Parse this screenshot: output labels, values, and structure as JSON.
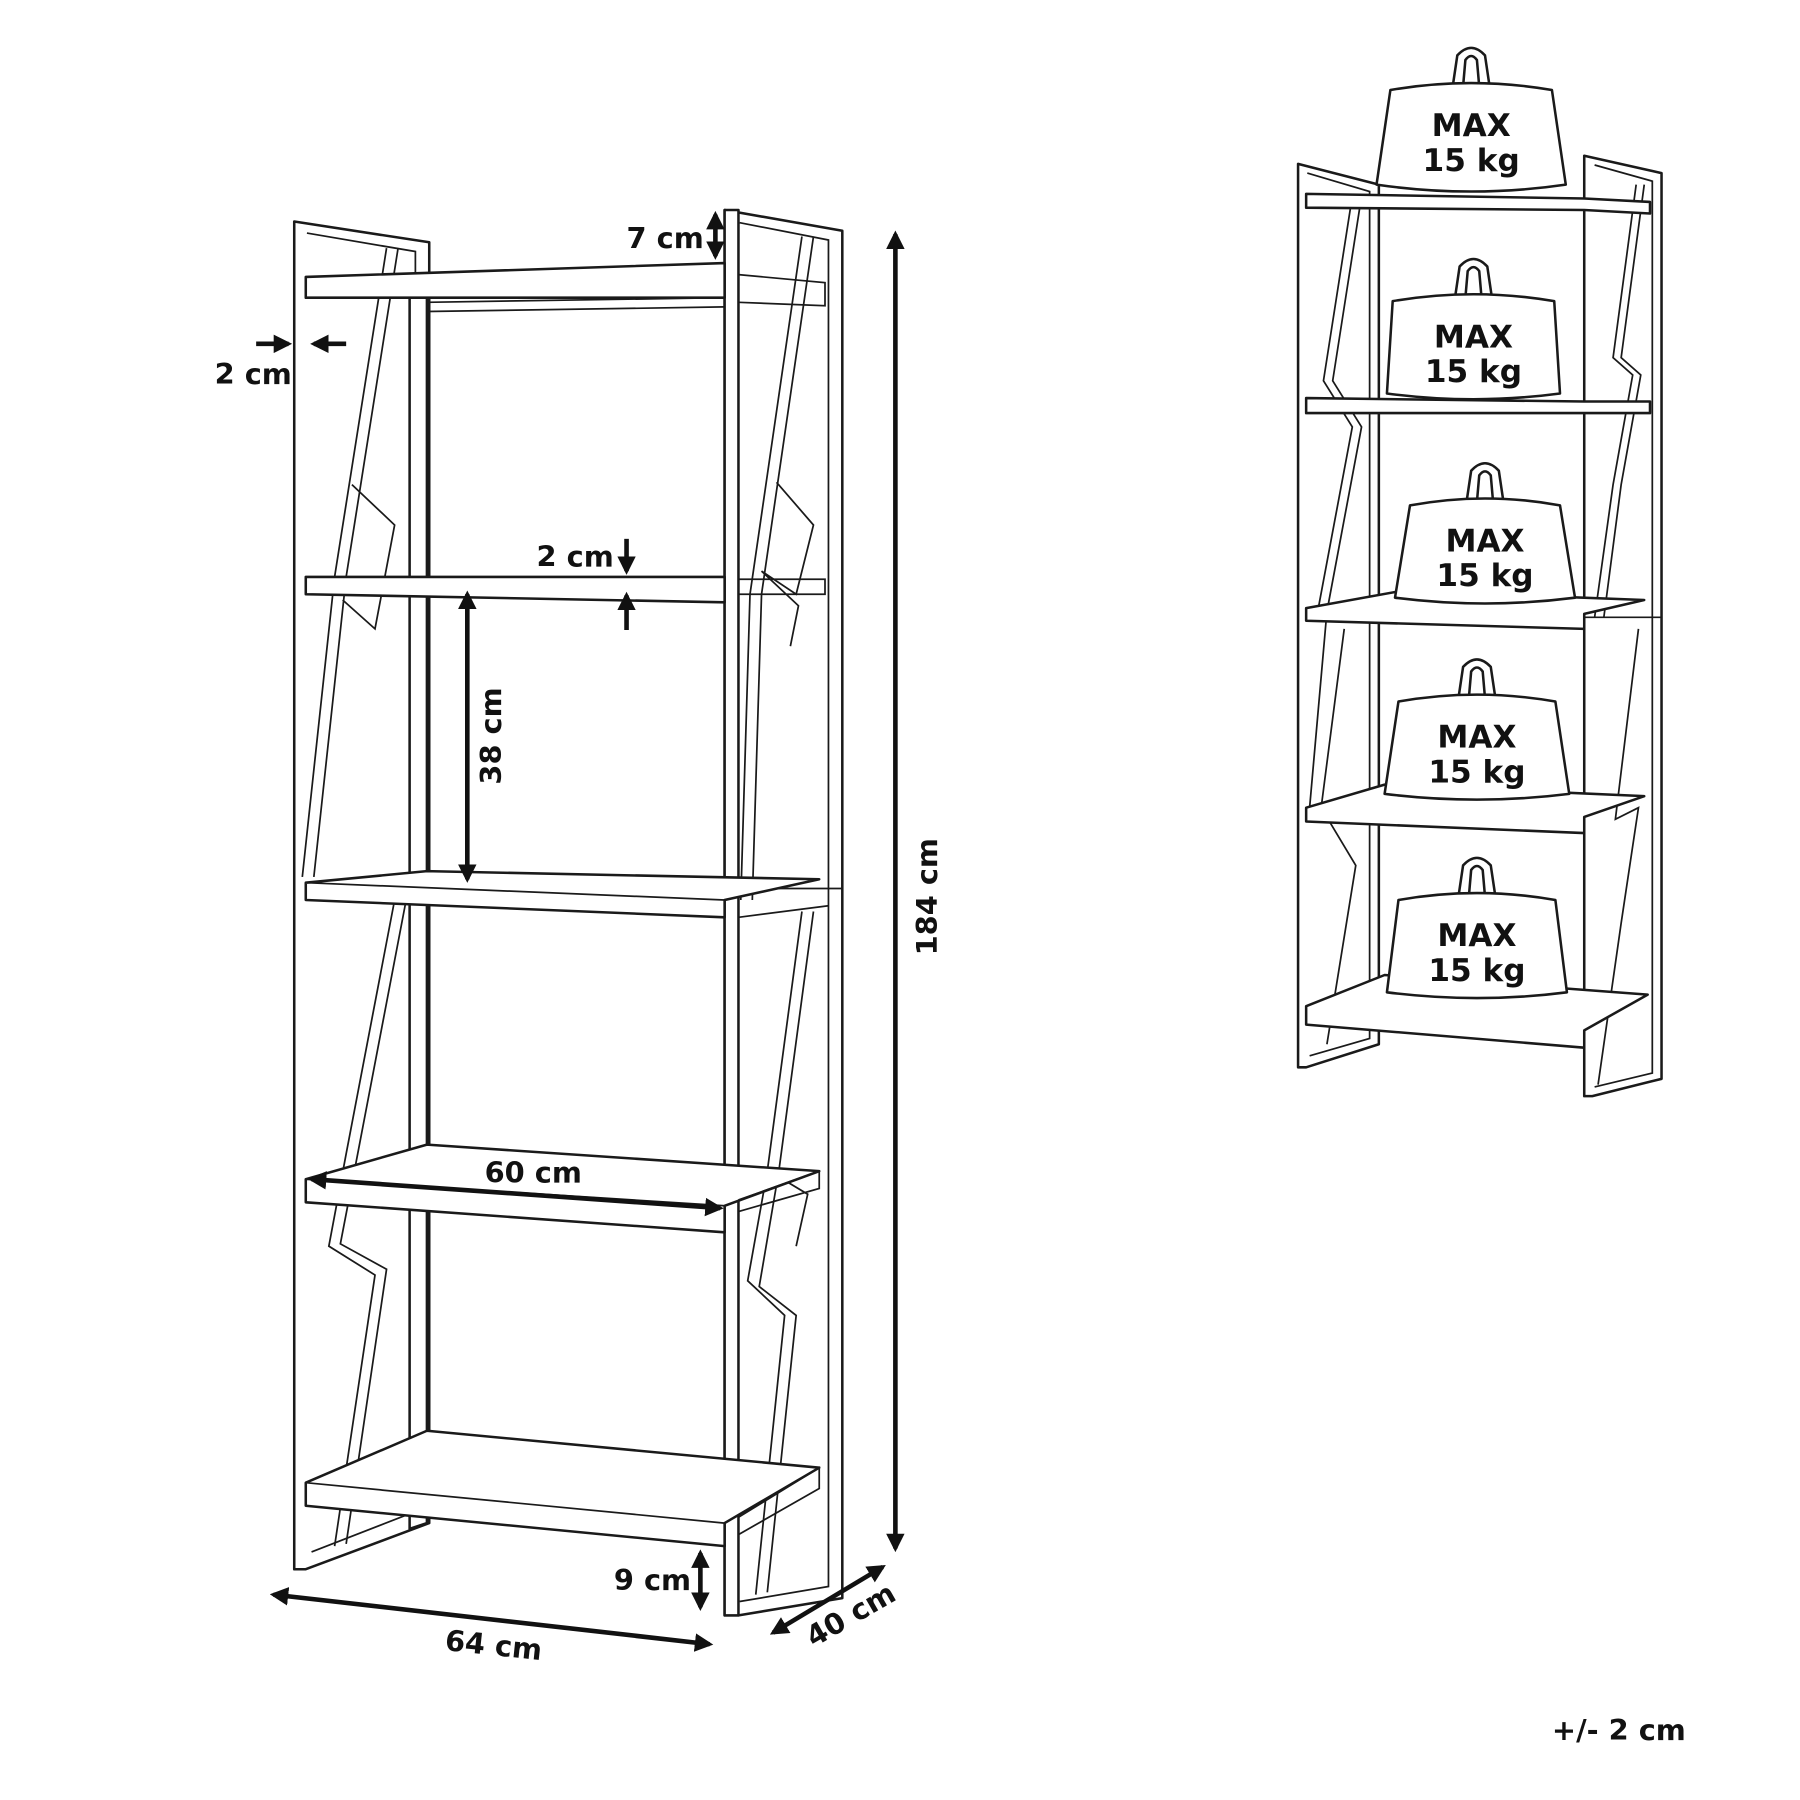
{
  "dimensions": {
    "top_offset": "7 cm",
    "frame_thickness": "2 cm",
    "shelf_thickness": "2 cm",
    "shelf_spacing": "38 cm",
    "total_height": "184 cm",
    "shelf_width": "60 cm",
    "bottom_clearance": "9 cm",
    "total_width": "64 cm",
    "depth": "40 cm",
    "tolerance": "+/- 2 cm"
  },
  "weights": [
    {
      "line1": "MAX",
      "line2": "15 kg"
    },
    {
      "line1": "MAX",
      "line2": "15 kg"
    },
    {
      "line1": "MAX",
      "line2": "15 kg"
    },
    {
      "line1": "MAX",
      "line2": "15 kg"
    },
    {
      "line1": "MAX",
      "line2": "15 kg"
    }
  ],
  "colors": {
    "line": "#1a1a1a",
    "background": "#ffffff"
  }
}
